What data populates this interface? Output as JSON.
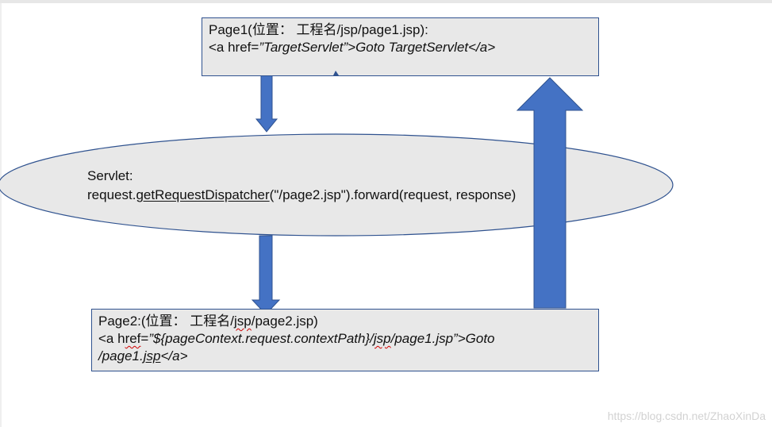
{
  "page1": {
    "title": "Page1(位置：  工程名/jsp/page1.jsp):",
    "code": {
      "prefix": "<a href=",
      "href": "”TargetServlet”",
      "rest": ">Goto TargetServlet</a>"
    }
  },
  "servlet": {
    "label": "Servlet:",
    "code_before": "request.",
    "code_method": "getRequestDispatcher",
    "code_after": "(\"/page2.jsp\").forward(request, response)"
  },
  "page2": {
    "title_a": "Page2:(位置：  工程名/",
    "title_jsp": "jsp",
    "title_b": "/page2.jsp)",
    "code_prefix": "<a h",
    "code_ref": "ref",
    "code_eq": "=",
    "code_expr": "”${pageContext.request.contextPath}/",
    "code_jsp": "jsp",
    "code_tail": "/page1.jsp”>Goto",
    "line3_a": "/page1.",
    "line3_jsp": "jsp",
    "line3_b": "</a>"
  },
  "watermark": "https://blog.csdn.net/ZhaoXinDa",
  "colors": {
    "arrow": "#4472c4",
    "outline": "#2f528f",
    "fill": "#e8e8e8"
  }
}
